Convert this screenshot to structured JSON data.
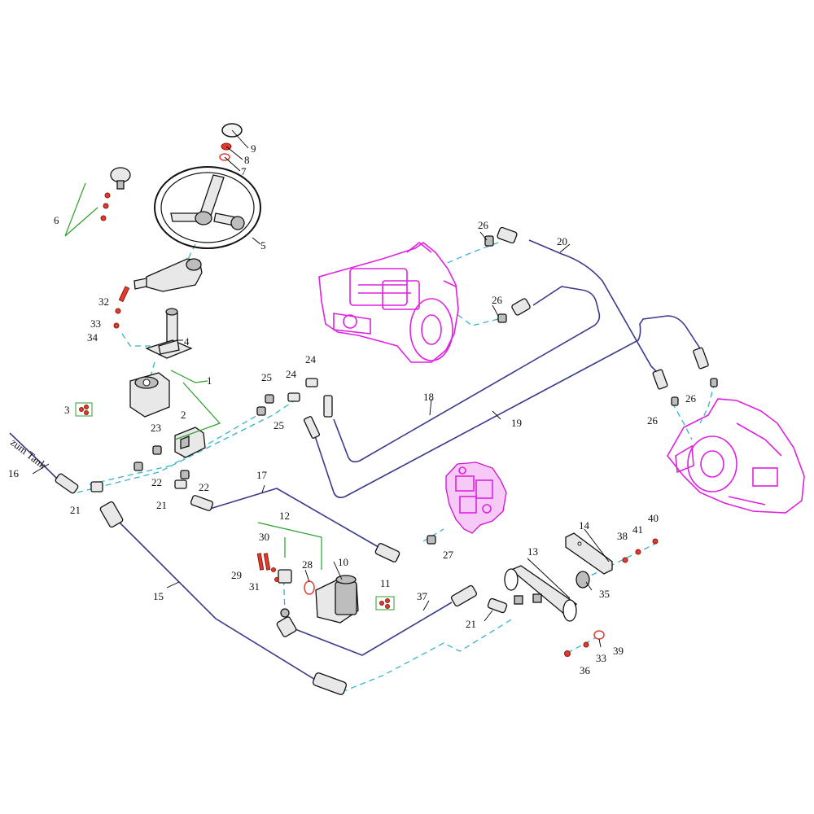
{
  "diagram": {
    "callouts": {
      "c1": "1",
      "c2": "2",
      "c3": "3",
      "c4": "4",
      "c5": "5",
      "c6": "6",
      "c7": "7",
      "c8": "8",
      "c9": "9",
      "c10": "10",
      "c11": "11",
      "c12": "12",
      "c13": "13",
      "c14": "14",
      "c15": "15",
      "c16": "16",
      "c17": "17",
      "c18": "18",
      "c19": "19",
      "c20": "20",
      "c21a": "21",
      "c21b": "21",
      "c21c": "21",
      "c22a": "22",
      "c22b": "22",
      "c23": "23",
      "c24a": "24",
      "c24b": "24",
      "c25a": "25",
      "c25b": "25",
      "c26a": "26",
      "c26b": "26",
      "c26c": "26",
      "c26d": "26",
      "c27": "27",
      "c28": "28",
      "c29": "29",
      "c30": "30",
      "c31": "31",
      "c32": "32",
      "c33a": "33",
      "c33b": "33",
      "c34": "34",
      "c35": "35",
      "c36": "36",
      "c37": "37",
      "c38": "38",
      "c39": "39",
      "c40": "40",
      "c41": "41"
    },
    "tank_label": "zum Tank",
    "colors": {
      "hose": "#3a3a8c",
      "dashed_connection": "#35b5c8",
      "leader": "#2aa02a",
      "highlighted_part": "#e020e0",
      "seal": "#e23b2e"
    }
  }
}
